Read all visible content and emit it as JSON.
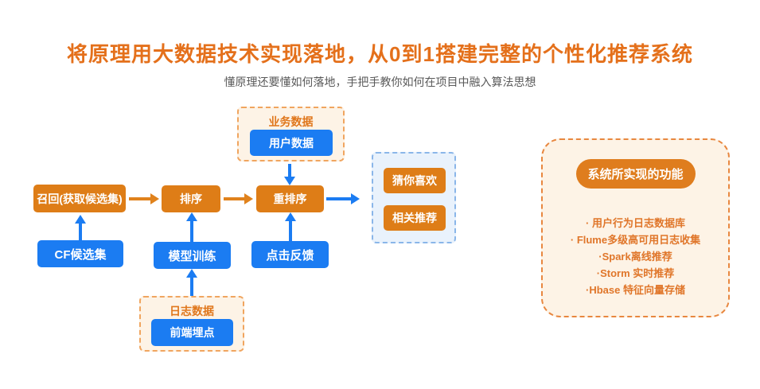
{
  "header": {
    "title": "将原理用大数据技术实现落地，从0到1搭建完整的个性化推荐系统",
    "subtitle": "懂原理还要懂如何落地，手把手教你如何在项目中融入算法思想"
  },
  "flow": {
    "biz_group": {
      "label": "业务数据",
      "item": "用户数据"
    },
    "log_group": {
      "label": "日志数据",
      "item": "前端埋点"
    },
    "recall": "召回(获取候选集)",
    "rank": "排序",
    "rerank": "重排序",
    "cf_candidates": "CF候选集",
    "model_training": "模型训练",
    "click_feedback": "点击反馈",
    "output_group": {
      "items": [
        "猜你喜欢",
        "相关推荐"
      ]
    }
  },
  "panel": {
    "title": "系统所实现的功能",
    "features": [
      "· 用户行为日志数据库",
      "· Flume多级高可用日志收集",
      "·Spark离线推荐",
      "·Storm 实时推荐",
      "·Hbase 特征向量存储"
    ]
  },
  "colors": {
    "title_orange": "#e4701b",
    "node_orange": "#de7d17",
    "node_blue": "#1b7cf2",
    "dashed_orange_border": "#f0a55f",
    "dashed_blue_border": "#8ab6e9",
    "cream_bg": "#fdf3e6",
    "light_blue_bg": "#e9f2fc",
    "feature_text": "#e0762a"
  }
}
